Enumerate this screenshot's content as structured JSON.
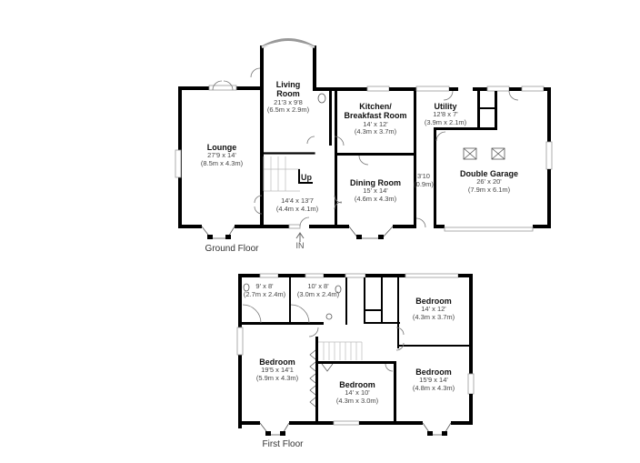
{
  "ground_floor": {
    "title": "Ground Floor",
    "entrance_label": "IN",
    "stairs_label": "Up",
    "rooms": {
      "living_room": {
        "name_line1": "Living",
        "name_line2": "Room",
        "dim_imperial": "21'3 x 9'8",
        "dim_metric": "(6.5m x 2.9m)"
      },
      "lounge": {
        "name": "Lounge",
        "dim_imperial": "27'9 x 14'",
        "dim_metric": "(8.5m x 4.3m)"
      },
      "hall": {
        "dim_imperial": "14'4 x 13'7",
        "dim_metric": "(4.4m x 4.1m)"
      },
      "kitchen": {
        "name_line1": "Kitchen/",
        "name_line2": "Breakfast Room",
        "dim_imperial": "14' x 12'",
        "dim_metric": "(4.3m x 3.7m)"
      },
      "utility": {
        "name": "Utility",
        "dim_imperial": "12'8 x 7'",
        "dim_metric": "(3.9m x 2.1m)"
      },
      "dining_room": {
        "name": "Dining Room",
        "dim_imperial": "15' x 14'",
        "dim_metric": "(4.6m x 4.3m)"
      },
      "corridor": {
        "dim_imperial": "3'10",
        "dim_metric": "(0.9m)"
      },
      "garage": {
        "name": "Double Garage",
        "dim_imperial": "26' x 20'",
        "dim_metric": "(7.9m x 6.1m)"
      }
    }
  },
  "first_floor": {
    "title": "First Floor",
    "rooms": {
      "bathroom_1": {
        "dim_imperial": "9' x 8'",
        "dim_metric": "(2.7m x 2.4m)"
      },
      "bathroom_2": {
        "dim_imperial": "10' x 8'",
        "dim_metric": "(3.0m x 2.4m)"
      },
      "bedroom_ne": {
        "name": "Bedroom",
        "dim_imperial": "14' x 12'",
        "dim_metric": "(4.3m x 3.7m)"
      },
      "bedroom_w": {
        "name": "Bedroom",
        "dim_imperial": "19'5 x 14'1",
        "dim_metric": "(5.9m x 4.3m)"
      },
      "bedroom_c": {
        "name": "Bedroom",
        "dim_imperial": "14' x 10'",
        "dim_metric": "(4.3m x 3.0m)"
      },
      "bedroom_se": {
        "name": "Bedroom",
        "dim_imperial": "15'9 x 14'",
        "dim_metric": "(4.8m x 4.3m)"
      }
    }
  }
}
